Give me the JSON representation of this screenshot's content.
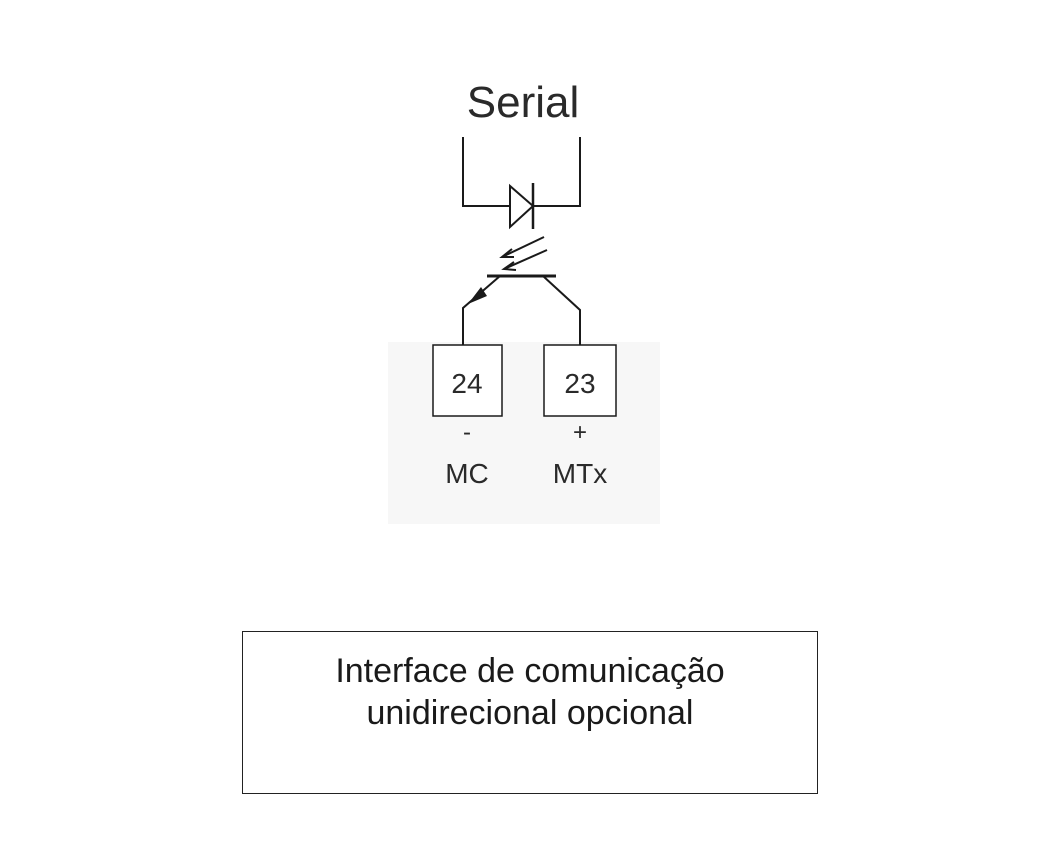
{
  "diagram": {
    "title": "Serial",
    "terminals": [
      {
        "number": "24",
        "polarity": "-",
        "signal": "MC"
      },
      {
        "number": "23",
        "polarity": "+",
        "signal": "MTx"
      }
    ]
  },
  "caption": {
    "line1": "Interface de comunicação",
    "line2": "unidirecional opcional"
  },
  "colors": {
    "line": "#1a1a1a",
    "terminal_background": "#f7f7f7",
    "page_background": "#ffffff"
  }
}
